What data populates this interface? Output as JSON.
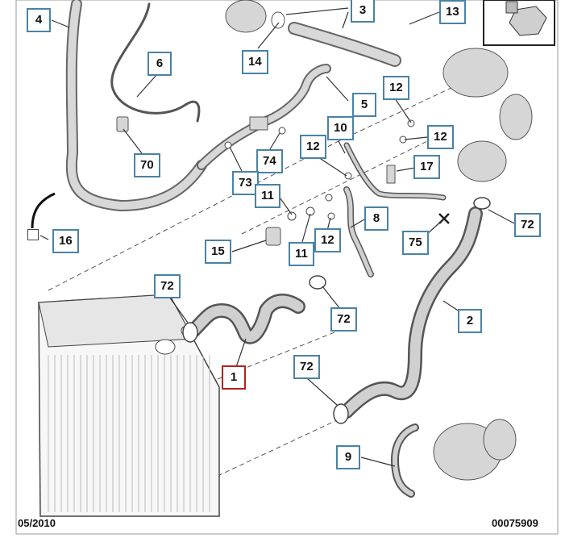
{
  "diagram": {
    "callouts": [
      {
        "id": "c4",
        "text": "4"
      },
      {
        "id": "c3",
        "text": "3"
      },
      {
        "id": "c13",
        "text": "13"
      },
      {
        "id": "c6",
        "text": "6"
      },
      {
        "id": "c14",
        "text": "14"
      },
      {
        "id": "c12a",
        "text": "12"
      },
      {
        "id": "c5",
        "text": "5"
      },
      {
        "id": "c10",
        "text": "10"
      },
      {
        "id": "c12b",
        "text": "12"
      },
      {
        "id": "c12c",
        "text": "12"
      },
      {
        "id": "c70",
        "text": "70"
      },
      {
        "id": "c74",
        "text": "74"
      },
      {
        "id": "c17",
        "text": "17"
      },
      {
        "id": "c73",
        "text": "73"
      },
      {
        "id": "c11a",
        "text": "11"
      },
      {
        "id": "c72a",
        "text": "72"
      },
      {
        "id": "c8",
        "text": "8"
      },
      {
        "id": "c16",
        "text": "16"
      },
      {
        "id": "c75",
        "text": "75"
      },
      {
        "id": "c15",
        "text": "15"
      },
      {
        "id": "c12d",
        "text": "12"
      },
      {
        "id": "c11b",
        "text": "11"
      },
      {
        "id": "c72b",
        "text": "72"
      },
      {
        "id": "c72c",
        "text": "72"
      },
      {
        "id": "c2",
        "text": "2"
      },
      {
        "id": "c1",
        "text": "1",
        "highlight": true
      },
      {
        "id": "c72d",
        "text": "72"
      },
      {
        "id": "c9",
        "text": "9"
      }
    ],
    "footer_left": "05/2010",
    "footer_right": "00075909",
    "colors": {
      "callout_border": "#4a82a6",
      "highlight_border": "#b22222",
      "line": "#333333"
    }
  }
}
